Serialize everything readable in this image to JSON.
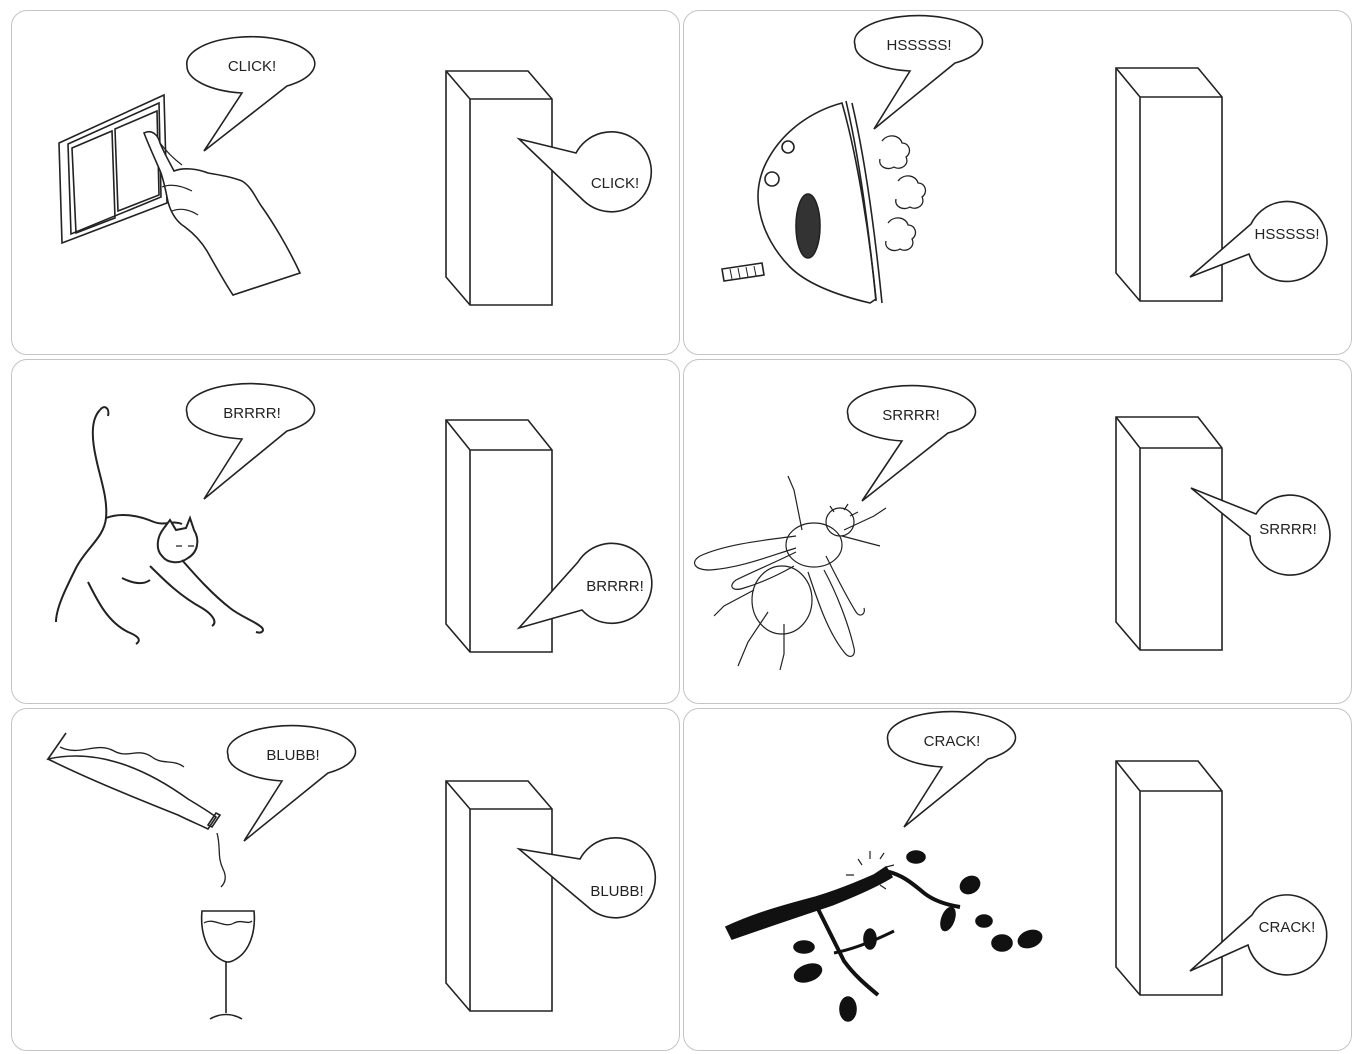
{
  "colors": {
    "border": "#c4c4c4",
    "ink": "#222222",
    "fill_dark": "#111111"
  },
  "panels": [
    {
      "id": "switch",
      "illustration": "light-switch-icon",
      "sound": "CLICK!",
      "sound_box": "CLICK!"
    },
    {
      "id": "iron",
      "illustration": "steam-iron-icon",
      "sound": "HSSSSS!",
      "sound_box": "HSSSSS!"
    },
    {
      "id": "cat",
      "illustration": "cat-icon",
      "sound": "BRRRR!",
      "sound_box": "BRRRR!"
    },
    {
      "id": "fly",
      "illustration": "fly-icon",
      "sound": "SRRRR!",
      "sound_box": "SRRRR!"
    },
    {
      "id": "pour",
      "illustration": "bottle-pouring-into-glass-icon",
      "sound": "BLUBB!",
      "sound_box": "BLUBB!"
    },
    {
      "id": "branch",
      "illustration": "breaking-branch-icon",
      "sound": "CRACK!",
      "sound_box": "CRACK!"
    }
  ]
}
